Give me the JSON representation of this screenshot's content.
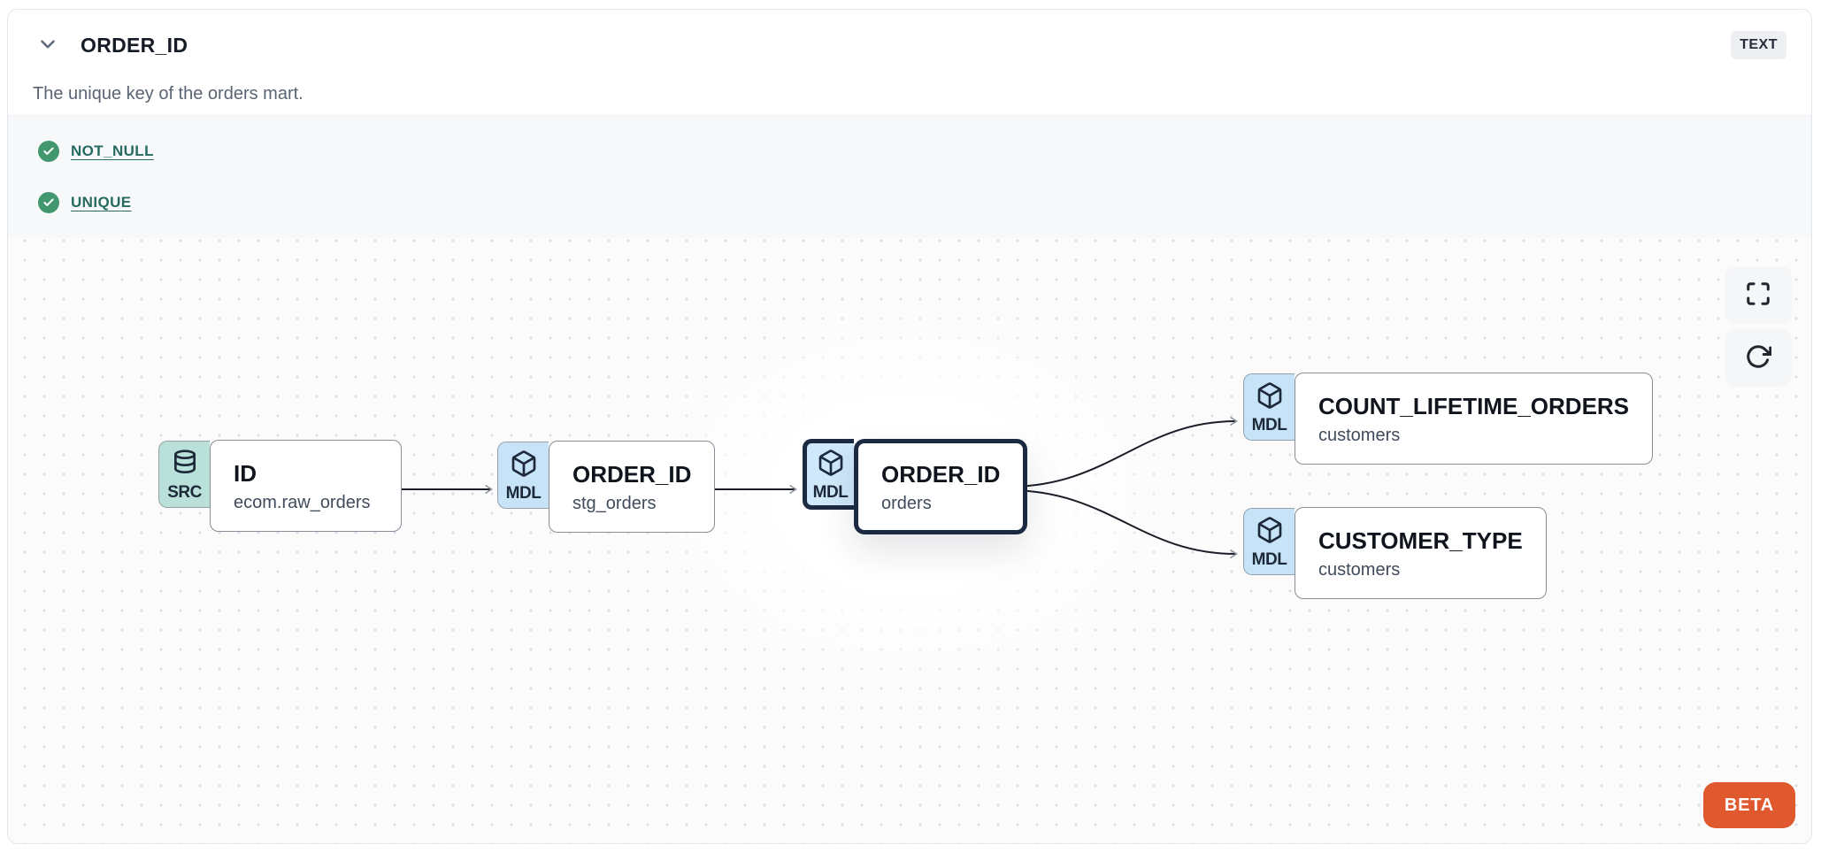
{
  "header": {
    "title": "ORDER_ID",
    "type_badge": "TEXT",
    "description": "The unique key of the orders mart."
  },
  "tests": [
    {
      "label": "NOT_NULL",
      "status": "pass"
    },
    {
      "label": "UNIQUE",
      "status": "pass"
    }
  ],
  "graph": {
    "nodes": [
      {
        "badge": "SRC",
        "icon": "database-icon",
        "title": "ID",
        "subtitle": "ecom.raw_orders",
        "selected": false
      },
      {
        "badge": "MDL",
        "icon": "box-icon",
        "title": "ORDER_ID",
        "subtitle": "stg_orders",
        "selected": false
      },
      {
        "badge": "MDL",
        "icon": "box-icon",
        "title": "ORDER_ID",
        "subtitle": "orders",
        "selected": true
      },
      {
        "badge": "MDL",
        "icon": "box-icon",
        "title": "COUNT_LIFETIME_ORDERS",
        "subtitle": "customers",
        "selected": false
      },
      {
        "badge": "MDL",
        "icon": "box-icon",
        "title": "CUSTOMER_TYPE",
        "subtitle": "customers",
        "selected": false
      }
    ],
    "edges": [
      {
        "from": "ID / ecom.raw_orders",
        "to": "ORDER_ID / stg_orders"
      },
      {
        "from": "ORDER_ID / stg_orders",
        "to": "ORDER_ID / orders"
      },
      {
        "from": "ORDER_ID / orders",
        "to": "COUNT_LIFETIME_ORDERS / customers"
      },
      {
        "from": "ORDER_ID / orders",
        "to": "CUSTOMER_TYPE / customers"
      }
    ],
    "beta_label": "BETA"
  },
  "colors": {
    "accent_orange": "#e0582e",
    "test_pass_green": "#43976f",
    "test_link_teal": "#266a60",
    "src_badge": "#b9e1da",
    "mdl_badge": "#c6e3f8",
    "selected_border": "#1b2a40"
  }
}
